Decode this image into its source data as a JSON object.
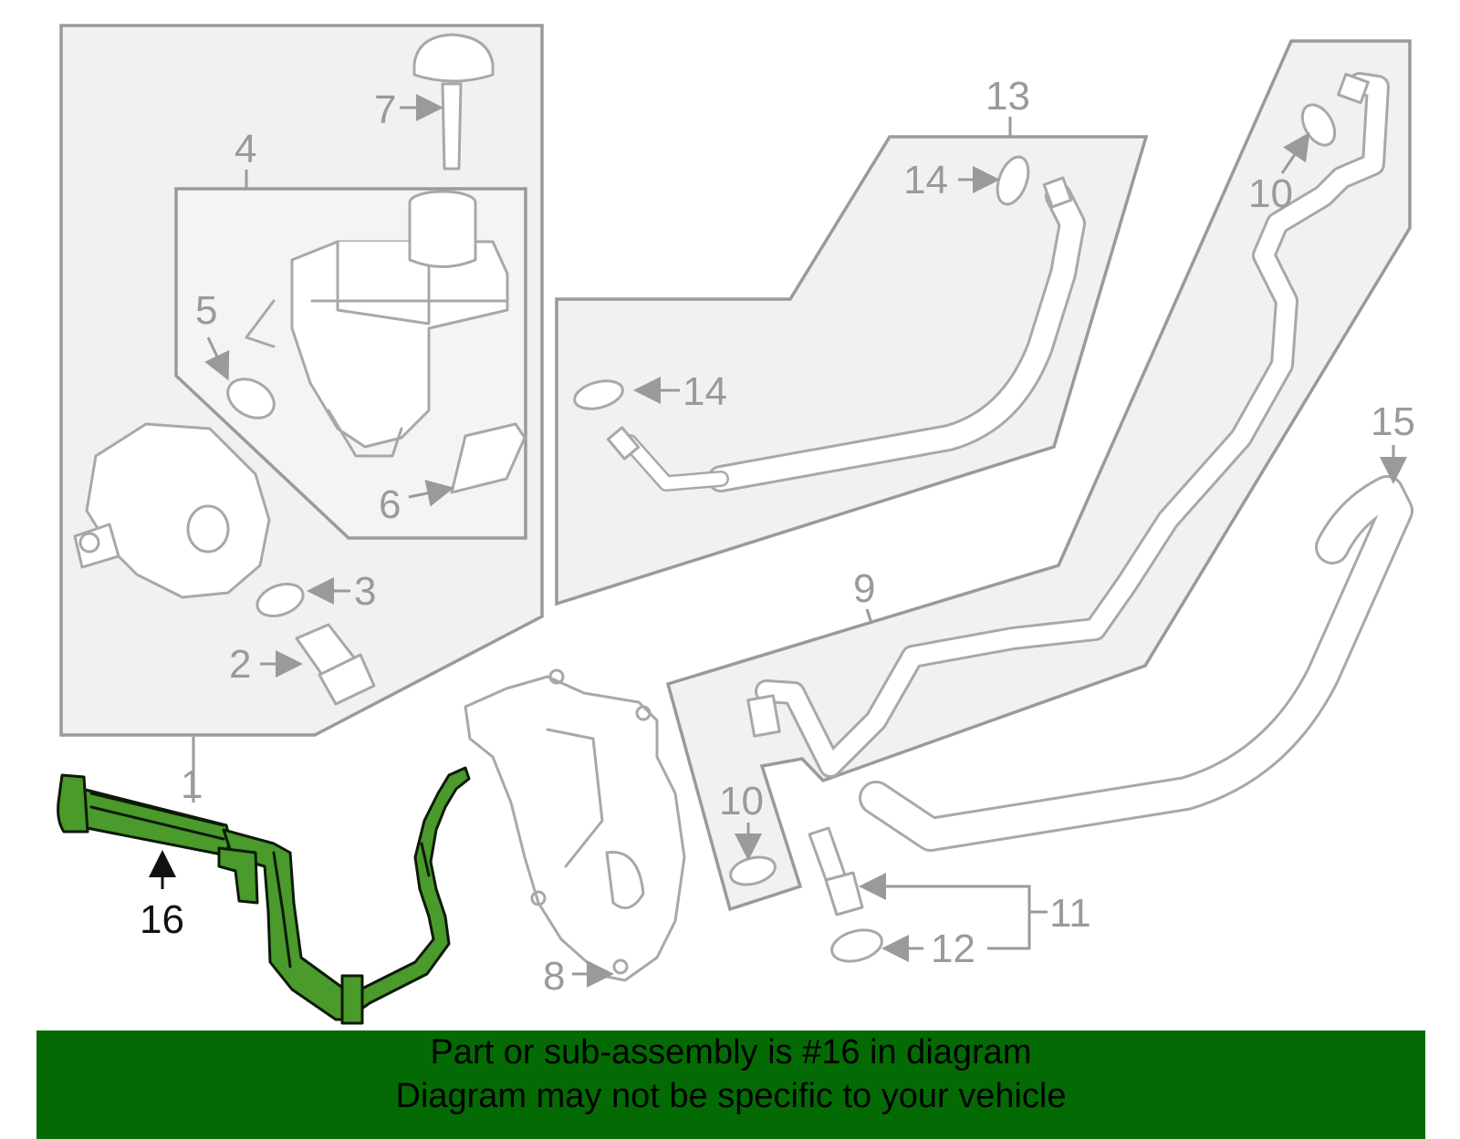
{
  "diagram": {
    "callouts": {
      "n1": "1",
      "n2": "2",
      "n3": "3",
      "n4": "4",
      "n5": "5",
      "n6": "6",
      "n7": "7",
      "n8": "8",
      "n9": "9",
      "n10a": "10",
      "n10b": "10",
      "n11": "11",
      "n12": "12",
      "n13": "13",
      "n14a": "14",
      "n14b": "14",
      "n15": "15",
      "n16": "16"
    },
    "highlighted_part": "16",
    "highlight_color": "#4a9a2c"
  },
  "banner": {
    "line1": "Part or sub-assembly is #16 in diagram",
    "line2": "Diagram may not be specific to your vehicle",
    "background": "#046b04"
  }
}
